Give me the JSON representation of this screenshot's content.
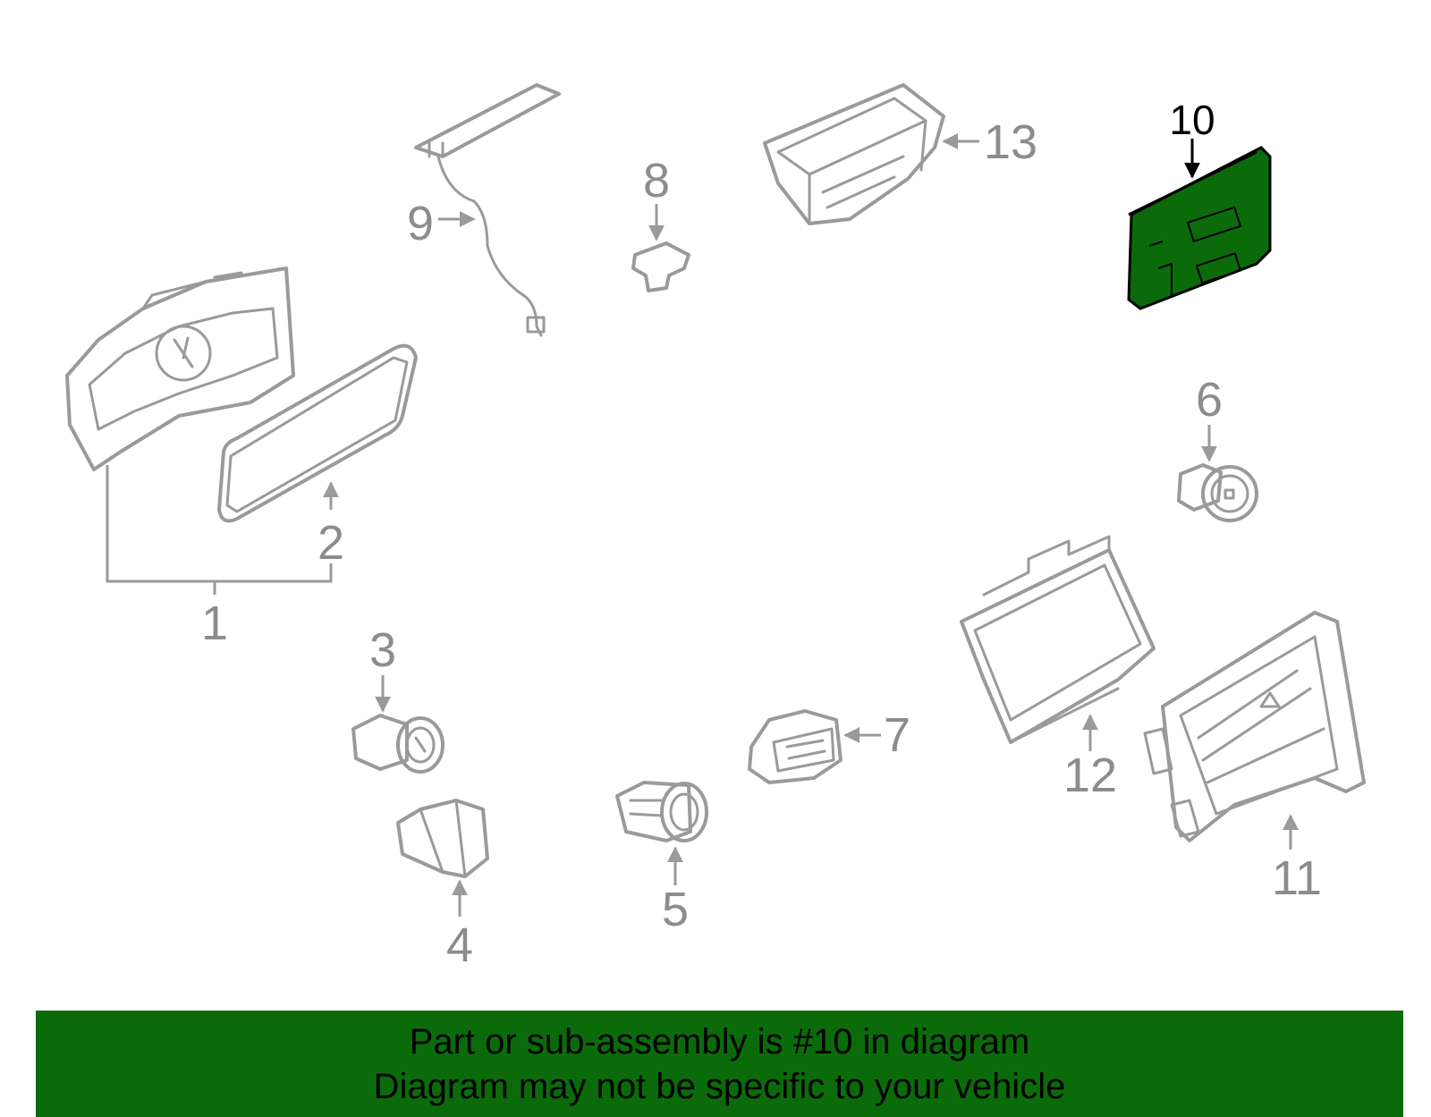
{
  "diagram": {
    "highlight_color": "#0b6b0b",
    "callouts": {
      "c1": "1",
      "c2": "2",
      "c3": "3",
      "c4": "4",
      "c5": "5",
      "c6": "6",
      "c7": "7",
      "c8": "8",
      "c9": "9",
      "c10": "10",
      "c11": "11",
      "c12": "12",
      "c13": "13"
    }
  },
  "banner": {
    "line1": "Part or sub-assembly is #10 in diagram",
    "line2": "Diagram may not be specific to your vehicle"
  }
}
